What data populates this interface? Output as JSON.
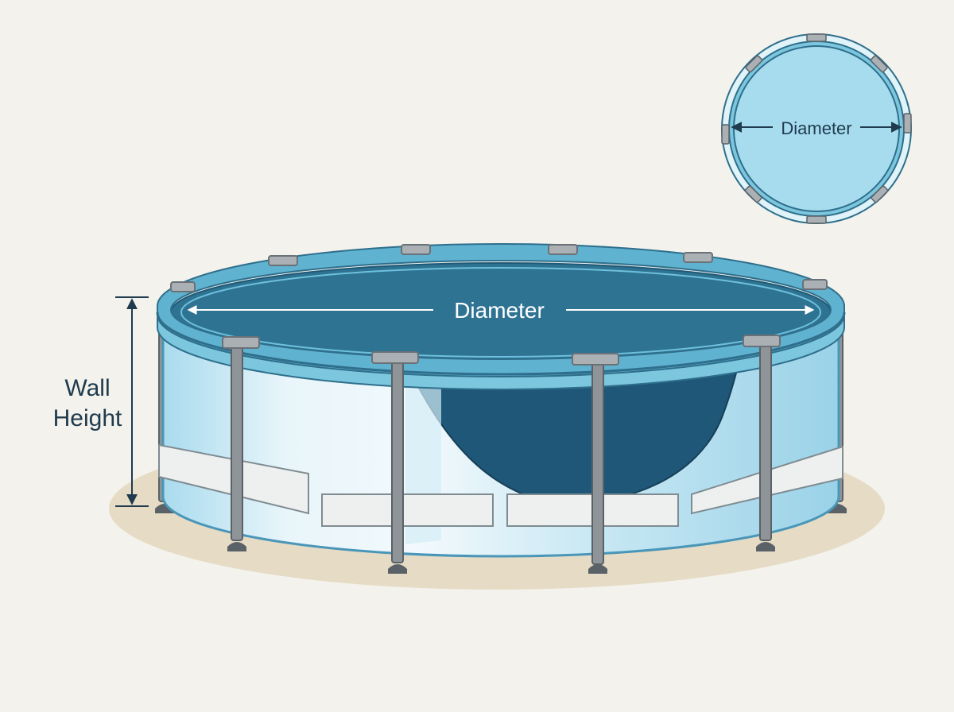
{
  "labels": {
    "diameter_main": "Diameter",
    "diameter_inset": "Diameter",
    "wall_height_line1": "Wall",
    "wall_height_line2": "Height"
  },
  "colors": {
    "background": "#f3f2ec",
    "ground": "#e6dcc6",
    "water_surface": "#2f7393",
    "deep_water": "#1f5779",
    "rim": "#5fb3d0",
    "wall": "#bfe6f3",
    "frame": "#8a8f93",
    "ink": "#1f3b4d"
  }
}
